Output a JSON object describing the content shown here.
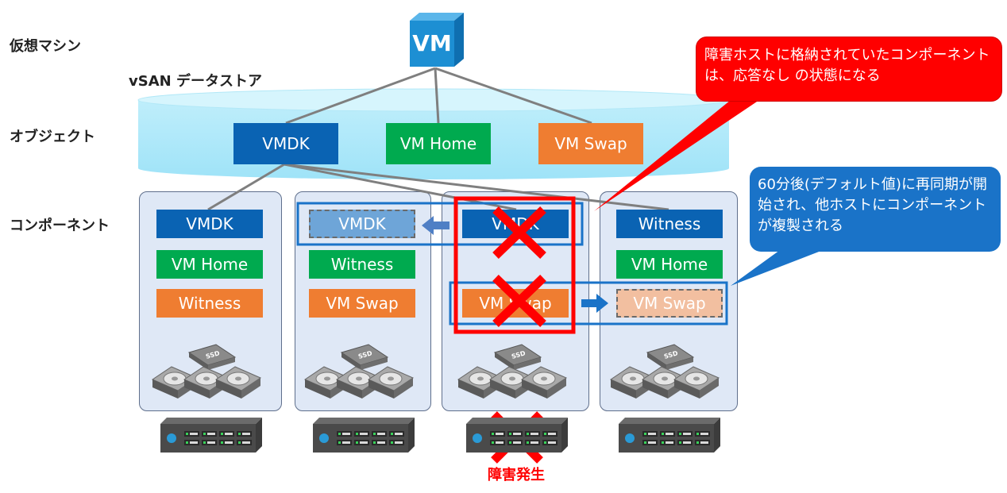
{
  "labels": {
    "vm_row": "仮想マシン",
    "datastore": "vSAN データストア",
    "object_row": "オブジェクト",
    "component_row": "コンポーネント",
    "failure": "障害発生"
  },
  "vm": {
    "label": "VM"
  },
  "objects": [
    {
      "label": "VMDK",
      "color": "#0a63b3"
    },
    {
      "label": "VM Home",
      "color": "#00aa4f"
    },
    {
      "label": "VM Swap",
      "color": "#ef7d31"
    }
  ],
  "hosts": [
    {
      "components": [
        "VMDK",
        "VM Home",
        "Witness"
      ]
    },
    {
      "components": [
        "VMDK",
        "Witness",
        "VM Swap"
      ]
    },
    {
      "components": [
        "VMDK",
        "",
        "VM Swap"
      ]
    },
    {
      "components": [
        "Witness",
        "VM Home",
        "VM Swap"
      ]
    }
  ],
  "disk_label": "SSD",
  "callouts": {
    "red": "障害ホストに格納されていたコンポーネントは、応答なし の状態になる",
    "blue": "60分後(デフォルト値)に再同期が開始され、他ホストにコンポーネントが複製される"
  },
  "colors": {
    "vmdk": "#0a63b3",
    "home": "#00aa4f",
    "swap": "#ef7d31",
    "failure_red": "#ff0000",
    "resync_blue": "#1a73c8"
  }
}
